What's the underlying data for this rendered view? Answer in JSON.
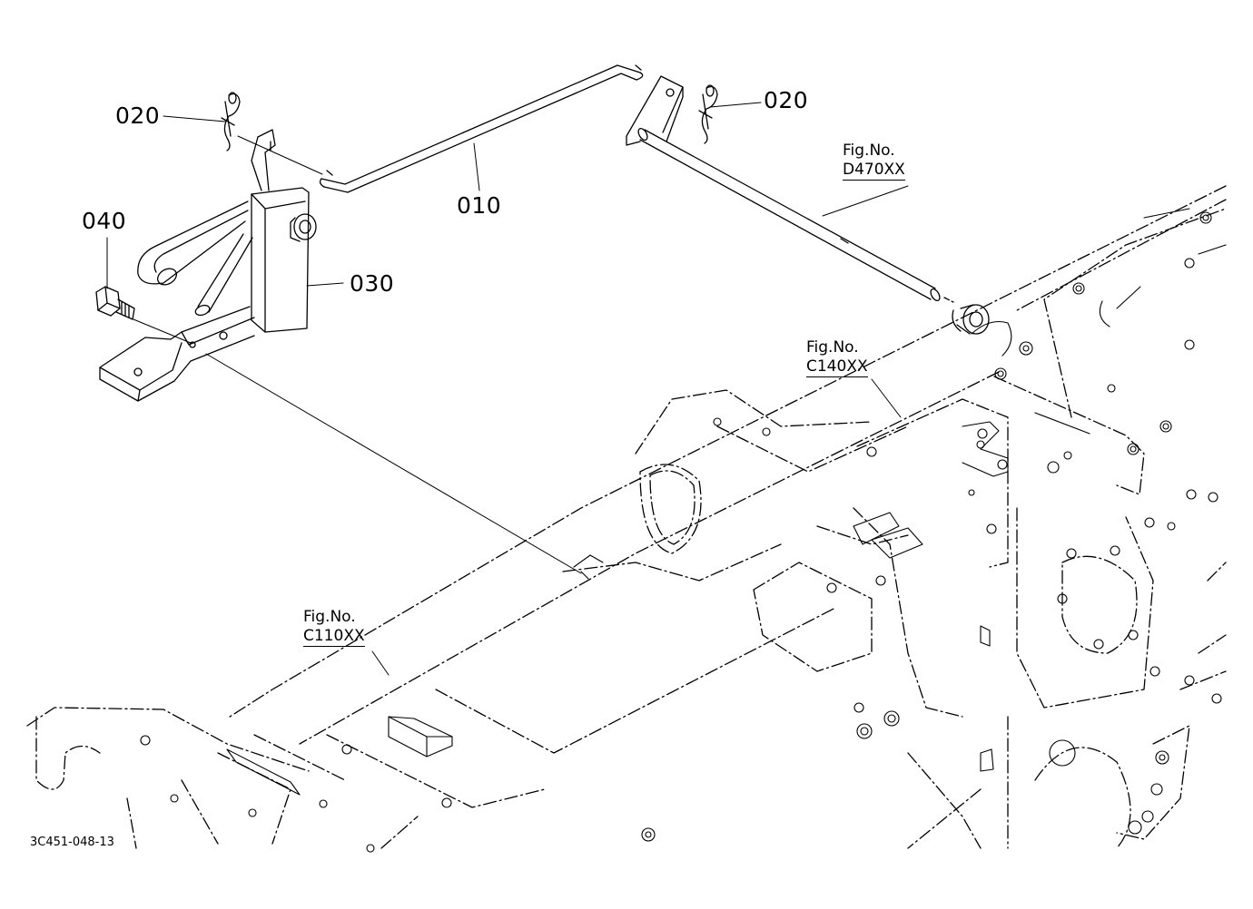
{
  "callouts": {
    "part_010": "010",
    "part_020_left": "020",
    "part_020_right": "020",
    "part_030": "030",
    "part_040": "040"
  },
  "fig_refs": {
    "d470": {
      "line1": "Fig.No.",
      "line2": "D470XX"
    },
    "c140": {
      "line1": "Fig.No.",
      "line2": "C140XX"
    },
    "c110": {
      "line1": "Fig.No.",
      "line2": "C110XX"
    }
  },
  "drawing_code": "3C451-048-13",
  "colors": {
    "ink": "#000000",
    "background": "#ffffff"
  }
}
